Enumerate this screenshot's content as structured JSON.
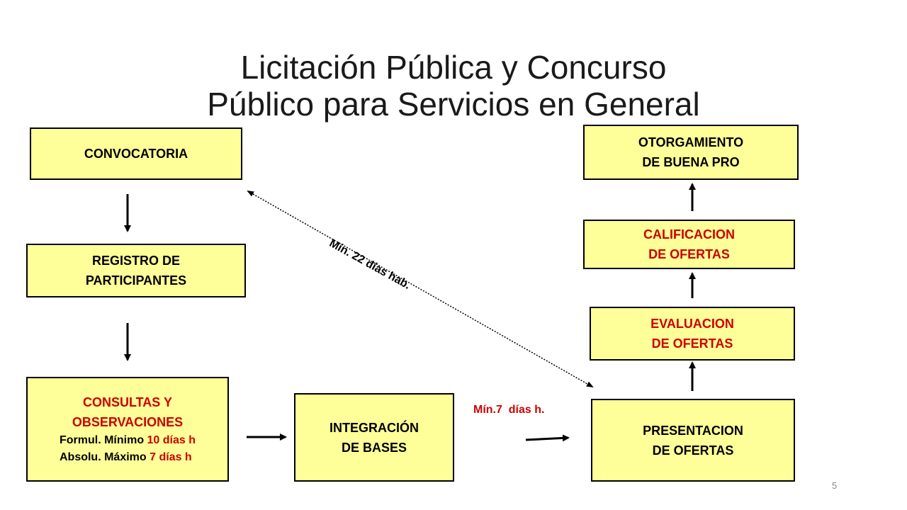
{
  "title": {
    "line1": "Licitación Pública y Concurso",
    "line2": "Público para Servicios en General"
  },
  "boxes": {
    "convocatoria": "CONVOCATORIA",
    "registro": {
      "line1": "REGISTRO DE",
      "line2": "PARTICIPANTES"
    },
    "consultas": {
      "line1": "CONSULTAS Y",
      "line2": "OBSERVACIONES",
      "formul_prefix": "Formul. Mínimo ",
      "formul_value": "10 días h",
      "absolu_prefix": "Absolu. Máximo ",
      "absolu_value": "7 días h"
    },
    "integracion": {
      "line1": "INTEGRACIÓN",
      "line2": "DE BASES"
    },
    "presentacion": {
      "line1": "PRESENTACION",
      "line2": "DE OFERTAS"
    },
    "evaluacion": {
      "line1": "EVALUACION",
      "line2": "DE OFERTAS"
    },
    "calificacion": {
      "line1": "CALIFICACION",
      "line2": "DE OFERTAS"
    },
    "otorgamiento": {
      "line1": "OTORGAMIENTO",
      "line2": "DE BUENA PRO"
    }
  },
  "labels": {
    "min22": "Mín. 22 días hab.",
    "min7": "Mín.7  días h."
  },
  "page_number": "5",
  "colors": {
    "box_fill": "#ffff99",
    "highlight_red": "#cc0000"
  }
}
